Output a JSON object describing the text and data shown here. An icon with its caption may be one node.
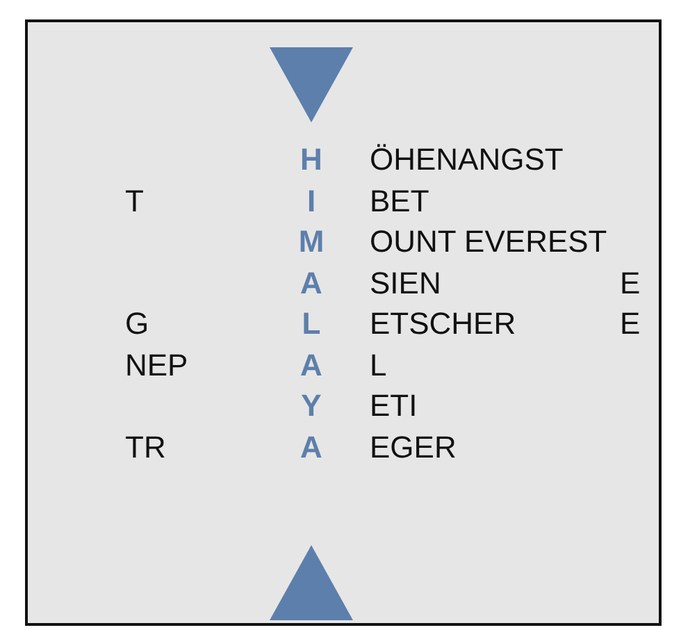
{
  "diagram": {
    "labels": [
      "H",
      "ÖHENANGST",
      "T",
      "I",
      "BET",
      "M",
      "OUNT EVEREST",
      "A",
      "SIEN",
      "E",
      "G",
      "L",
      "ETSCHER",
      "E",
      "NEP",
      "A",
      "L",
      "Y",
      "ETI",
      "TR",
      "A",
      "EGER"
    ]
  }
}
